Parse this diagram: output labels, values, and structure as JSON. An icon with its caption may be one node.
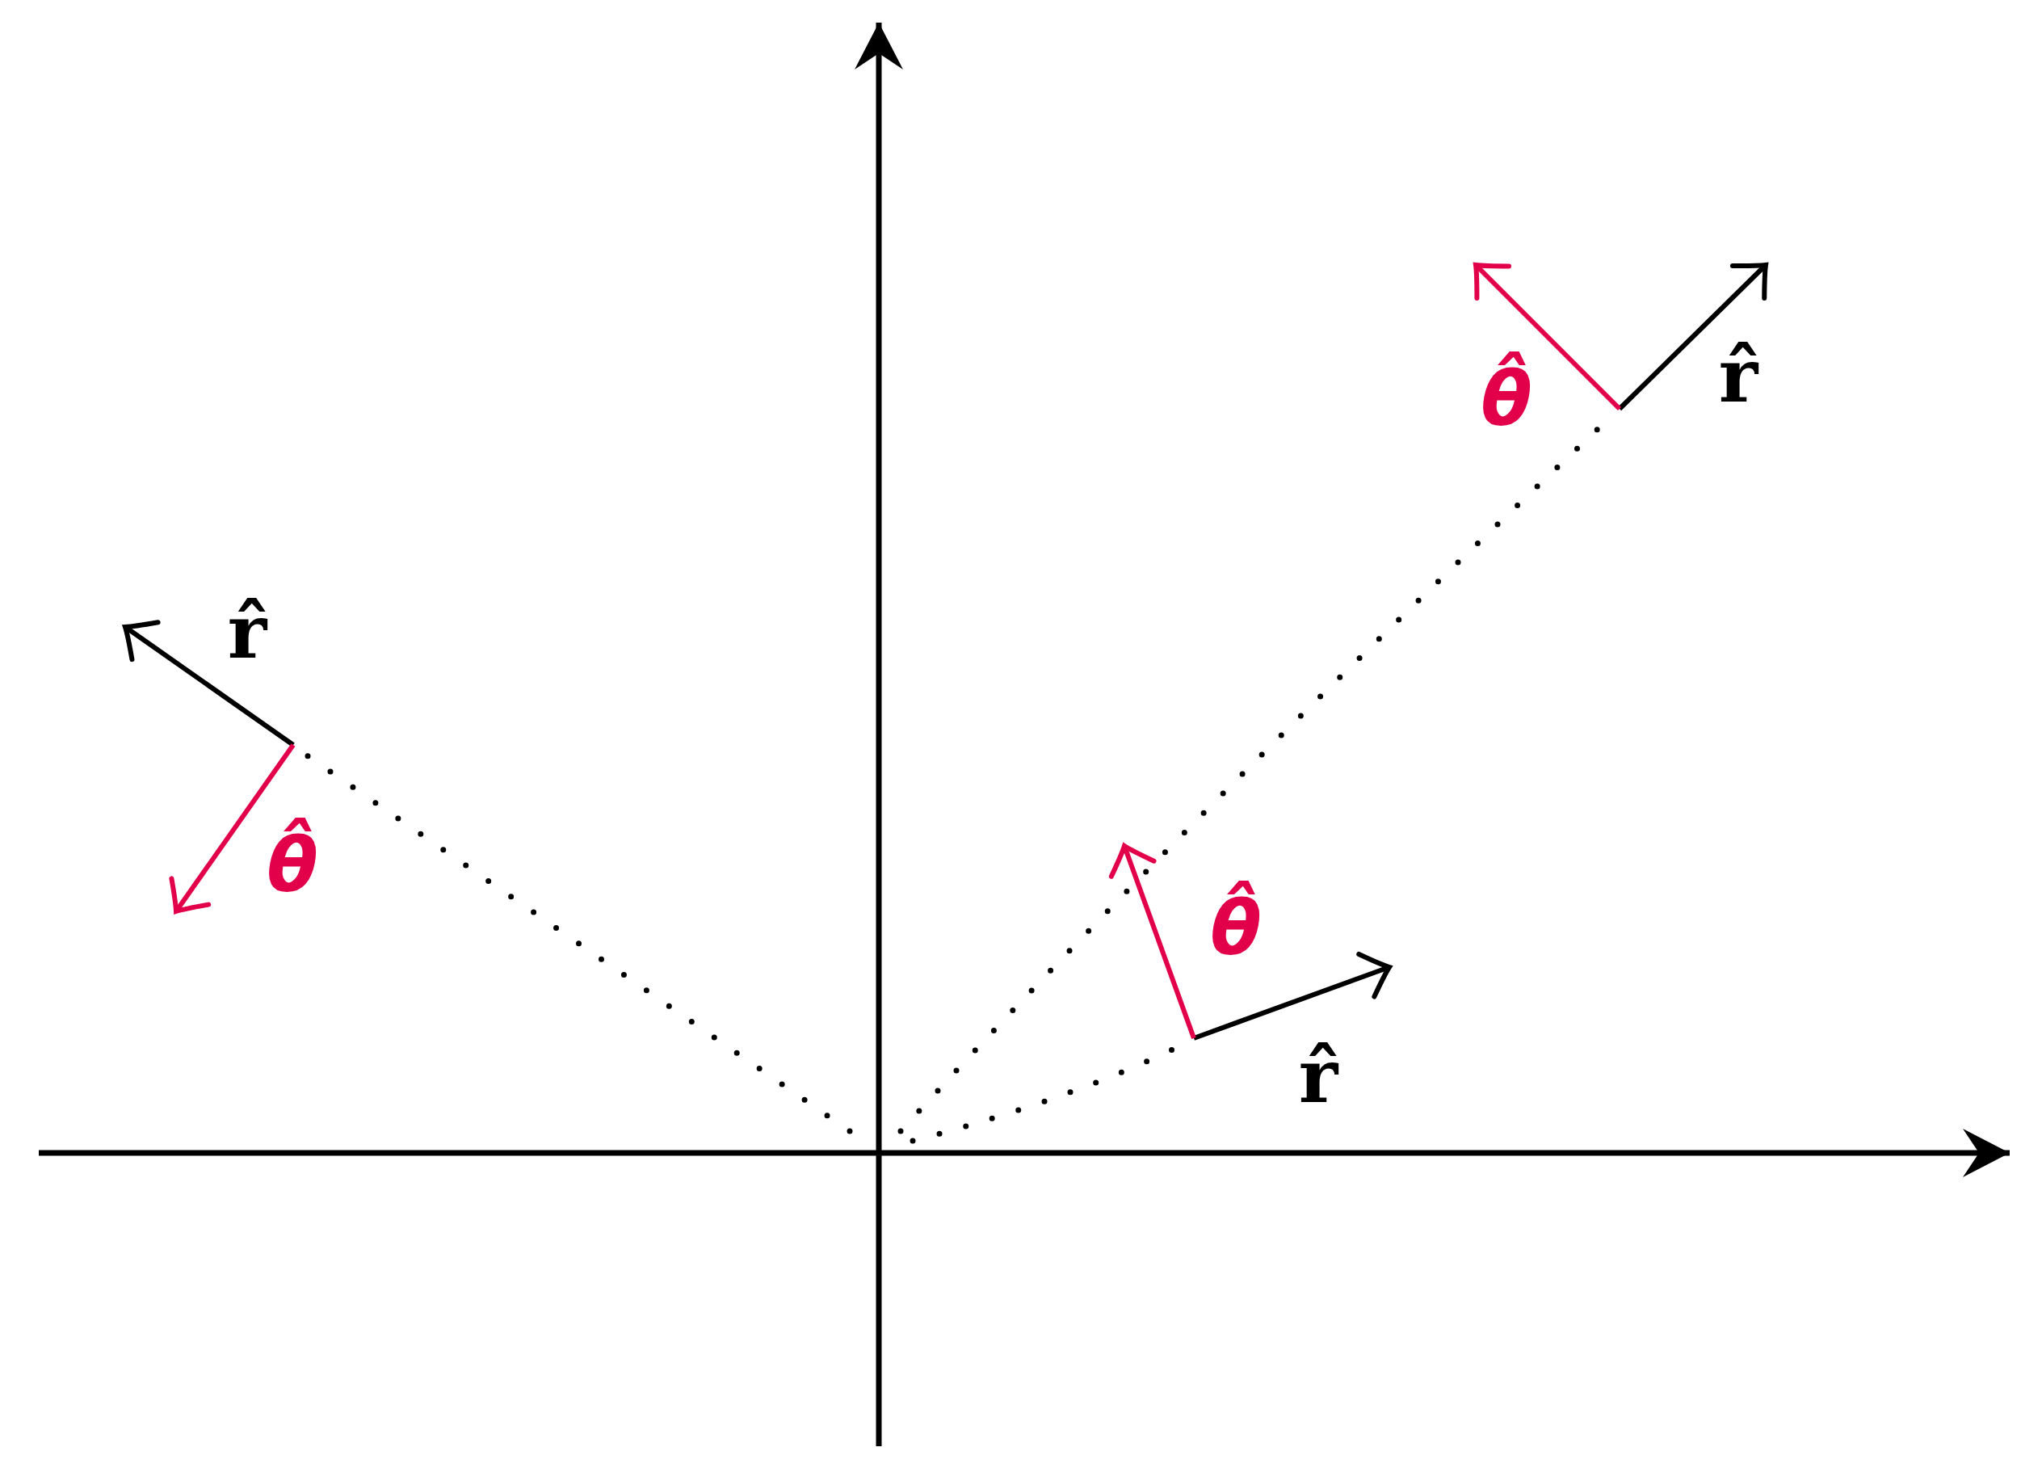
{
  "diagram": {
    "labels": [
      "r̂",
      "θ̂",
      "θ̂",
      "r̂",
      "θ̂",
      "r̂"
    ]
  }
}
